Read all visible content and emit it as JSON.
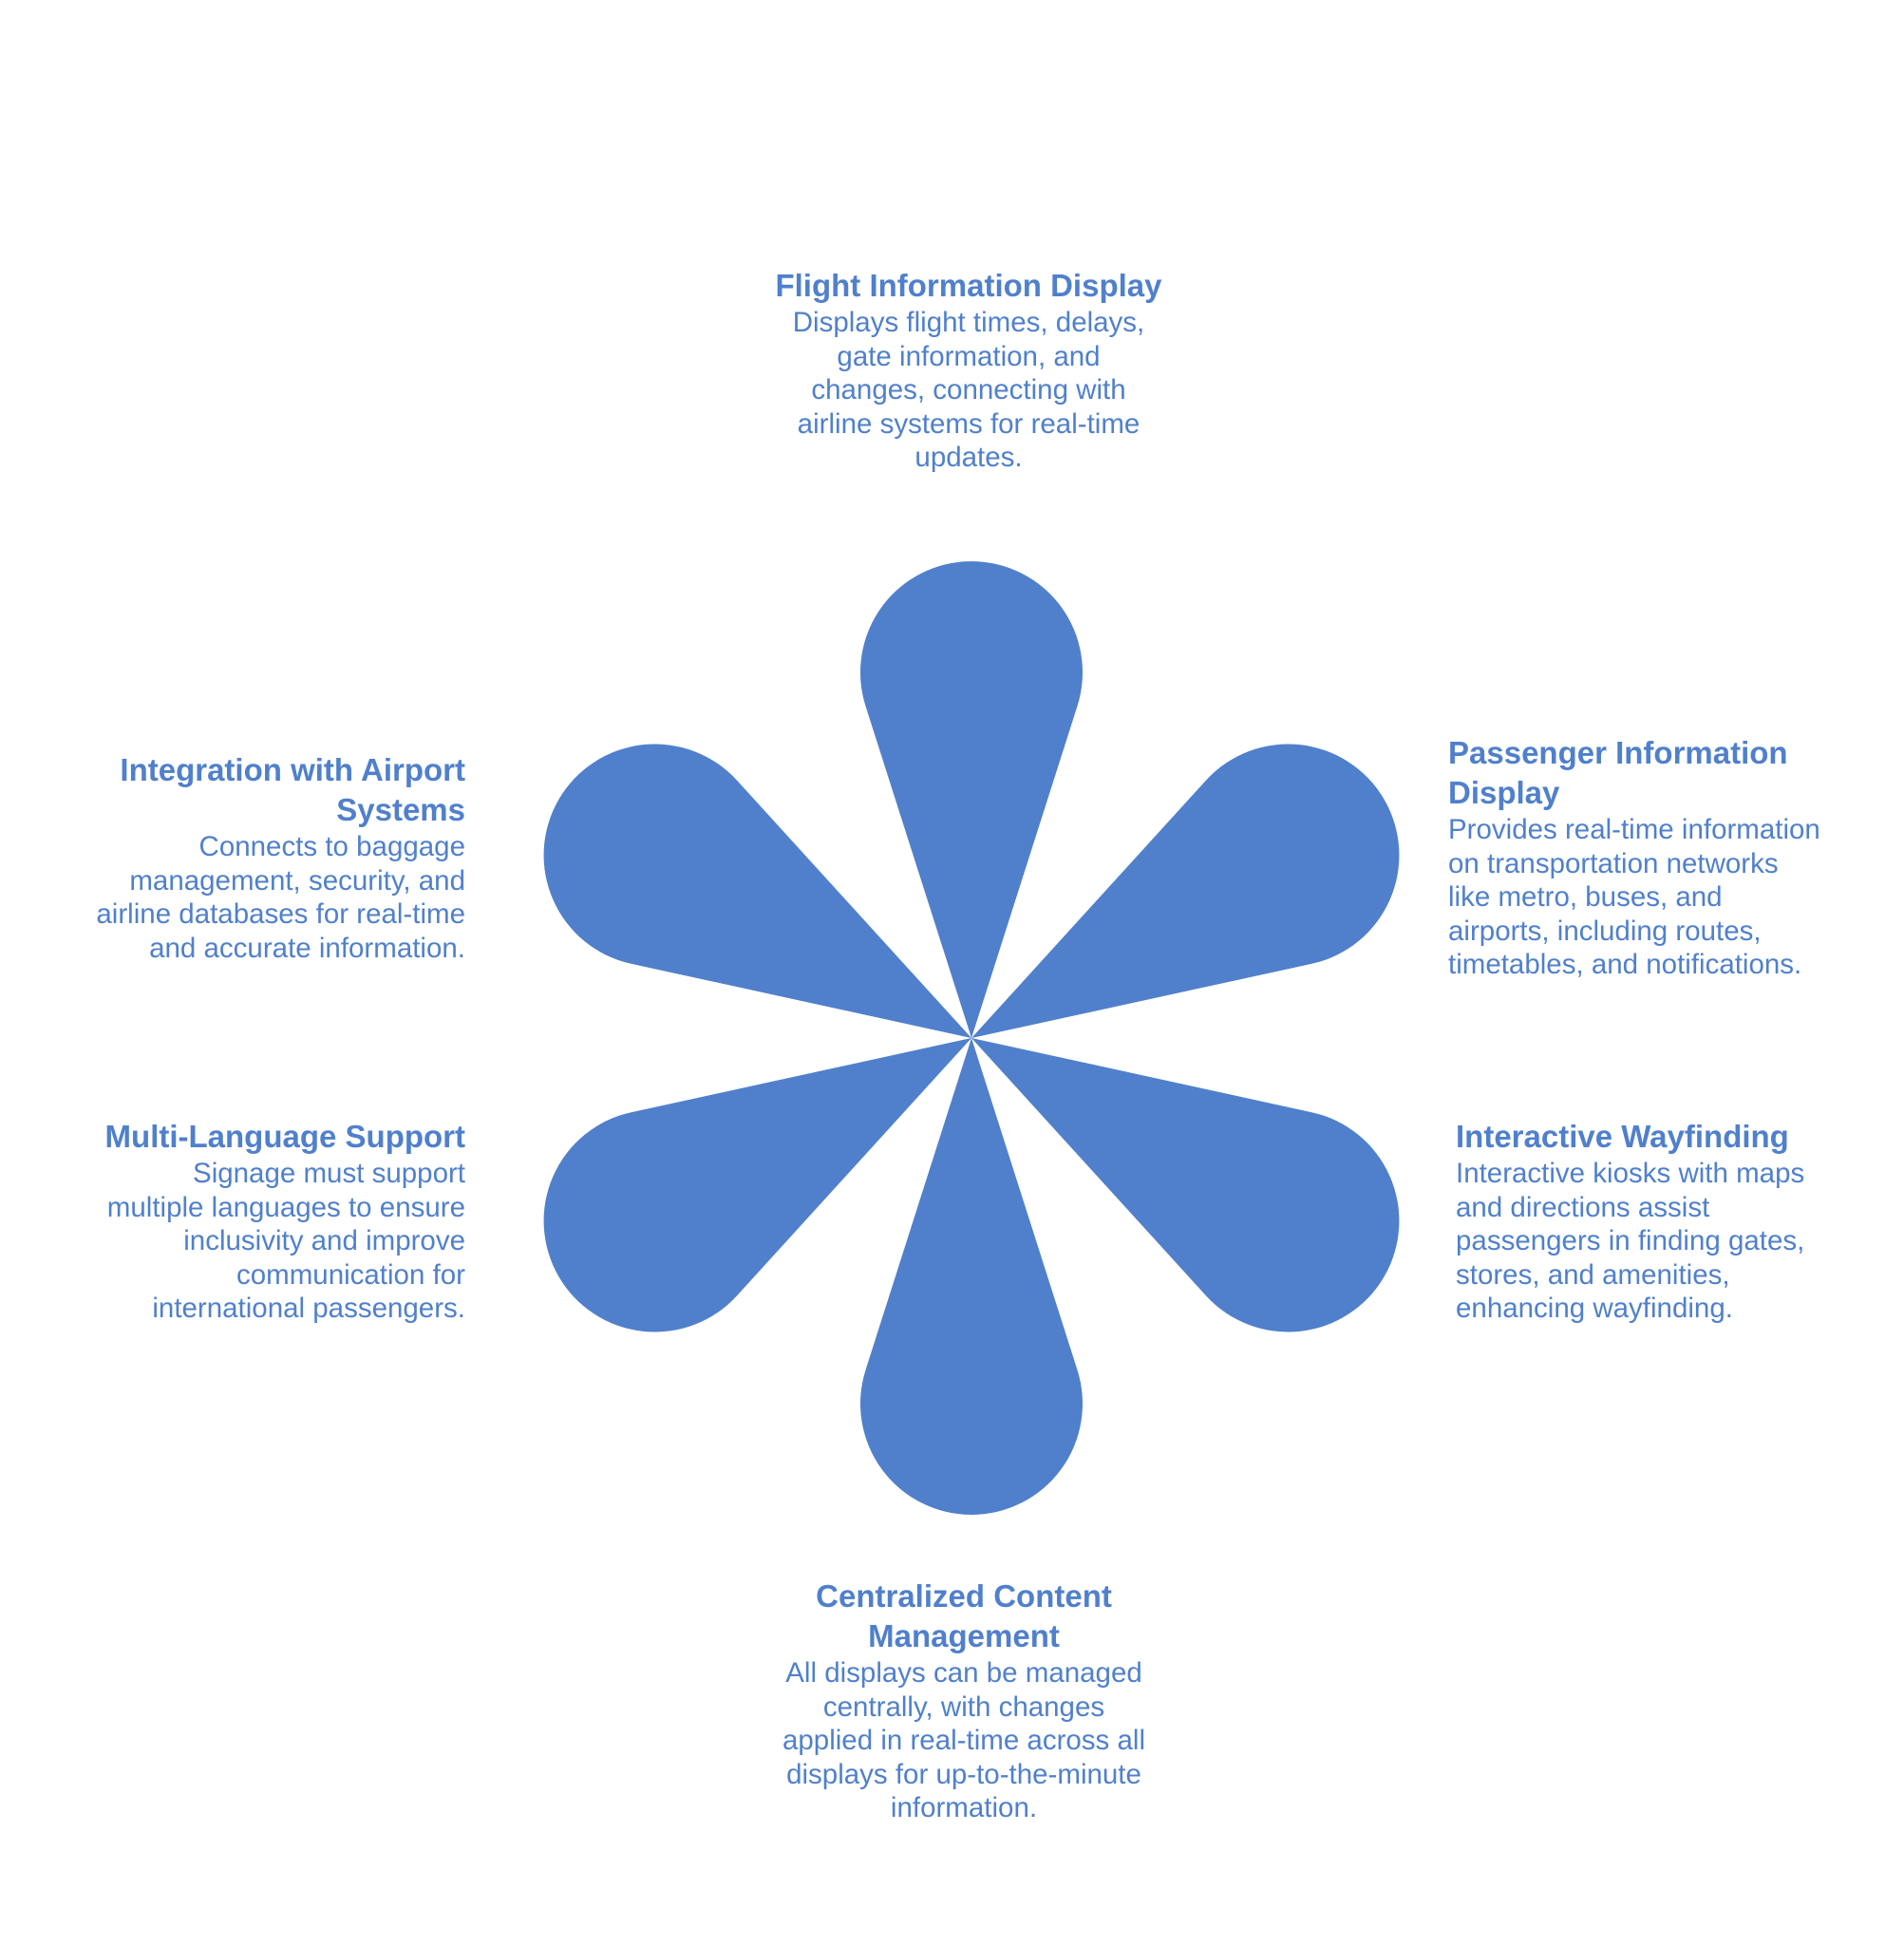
{
  "colors": {
    "petal": "#5080cc",
    "text": "#5080cc",
    "background": "#ffffff"
  },
  "items": [
    {
      "id": "flight-information-display",
      "title": "Flight Information Display",
      "description_lines": [
        "Displays flight times, delays,",
        "gate information, and",
        "changes, connecting with",
        "airline systems for real-time",
        "updates."
      ]
    },
    {
      "id": "passenger-information-display",
      "title_lines": [
        "Passenger Information",
        "Display"
      ],
      "description_lines": [
        "Provides real-time information",
        "on transportation networks",
        "like metro, buses, and",
        "airports, including routes,",
        "timetables, and notifications."
      ]
    },
    {
      "id": "interactive-wayfinding",
      "title": "Interactive Wayfinding",
      "description_lines": [
        "Interactive kiosks with maps",
        "and directions assist",
        "passengers in finding gates,",
        "stores, and amenities,",
        "enhancing wayfinding."
      ]
    },
    {
      "id": "centralized-content-management",
      "title_lines": [
        "Centralized Content",
        "Management"
      ],
      "description_lines": [
        "All displays can be managed",
        "centrally, with changes",
        "applied in real-time across all",
        "displays for up-to-the-minute",
        "information."
      ]
    },
    {
      "id": "multi-language-support",
      "title": "Multi-Language Support",
      "description_lines": [
        "Signage must support",
        "multiple languages to ensure",
        "inclusivity and improve",
        "communication for",
        "international passengers."
      ]
    },
    {
      "id": "integration-with-airport-systems",
      "title_lines": [
        "Integration with Airport",
        "Systems"
      ],
      "description_lines": [
        "Connects to baggage",
        "management, security, and",
        "airline databases for real-time",
        "and accurate information."
      ]
    }
  ]
}
